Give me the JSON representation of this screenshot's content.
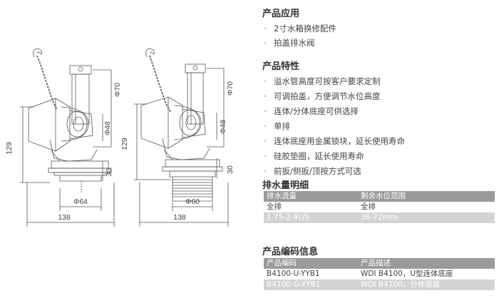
{
  "drawing": {
    "dims": {
      "left_height": "129",
      "left_width": "138",
      "left_phi70": "Φ70",
      "left_phi48": "Φ48",
      "left_h30": "30",
      "left_phi64": "Φ64",
      "right_height": "129",
      "right_width": "138",
      "right_phi70": "Φ70",
      "right_phi48": "Φ48",
      "right_h30": "30",
      "right_phi60": "Φ60"
    }
  },
  "application": {
    "title": "产品应用",
    "items": [
      "2寸水箱换修配件",
      "拍盖排水阀"
    ]
  },
  "features": {
    "title": "产品特性",
    "items": [
      "溢水管高度可按客户要求定制",
      "可调拍盖，方便调节水位高度",
      "连体/分体底座可供选择",
      "单排",
      "连体底座用金属锁块，延长使用寿命",
      "硅胶垫圈，延长使用寿命",
      "前扳/侧扳/顶按方式可选"
    ]
  },
  "drain": {
    "title": "排水量明细",
    "headers": [
      "排水流量",
      "剩余水位范围"
    ],
    "rows": [
      [
        "全排",
        "全排"
      ],
      [
        "1.75-2.4L/S",
        "36-72mm"
      ]
    ]
  },
  "codes": {
    "title": "产品编码信息",
    "headers": [
      "产品编码",
      "产品描述"
    ],
    "rows": [
      [
        "B4100-U-YYB1",
        "WDI B4100，U型连体底座"
      ],
      [
        "B4100-G-YYB1",
        "WDI B4100，分体底座"
      ]
    ]
  }
}
